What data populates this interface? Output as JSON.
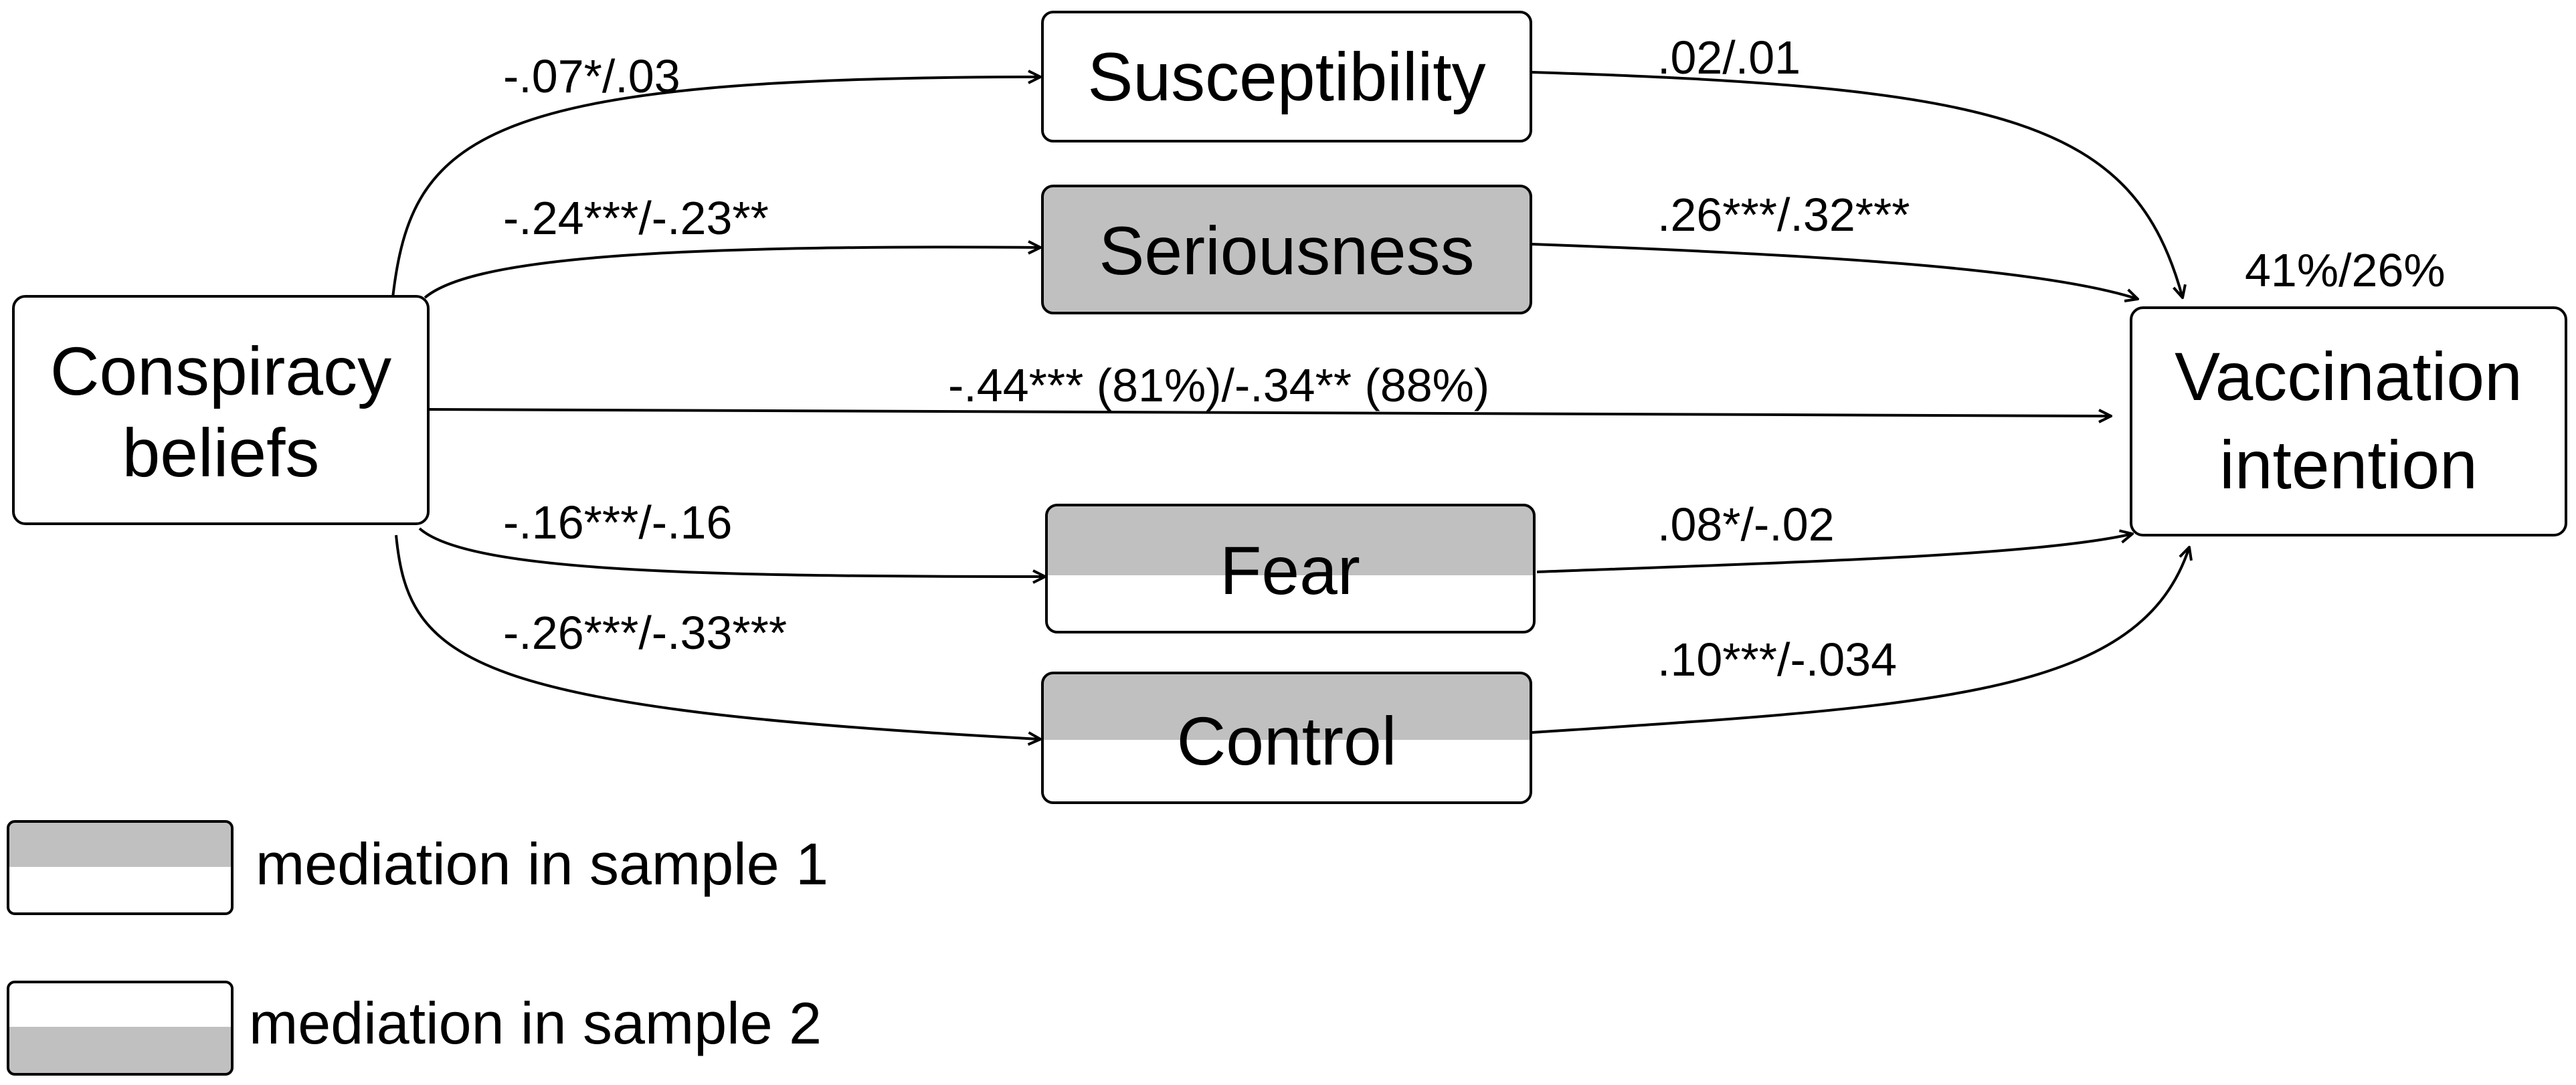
{
  "nodes": {
    "conspiracy": {
      "line1": "Conspiracy",
      "line2": "beliefs"
    },
    "susceptibility": {
      "label": "Susceptibility"
    },
    "seriousness": {
      "label": "Seriousness"
    },
    "fear": {
      "label": "Fear"
    },
    "control": {
      "label": "Control"
    },
    "vaccination": {
      "line1": "Vaccination",
      "line2": "intention",
      "r2": "41%/26%"
    }
  },
  "edges": {
    "conspiracy_susceptibility": "-.07*/.03",
    "conspiracy_seriousness": "-.24***/-.23**",
    "conspiracy_vaccination": "-.44*** (81%)/-.34** (88%)",
    "conspiracy_fear": "-.16***/-.16",
    "conspiracy_control": "-.26***/-.33***",
    "susceptibility_vaccination": ".02/.01",
    "seriousness_vaccination": ".26***/.32***",
    "fear_vaccination": ".08*/-.02",
    "control_vaccination": ".10***/-.034"
  },
  "legend": {
    "sample1": "mediation in sample 1",
    "sample2": "mediation in sample 2"
  },
  "colors": {
    "mediation_fill": "#c0c0c0",
    "box_fill": "#ffffff",
    "stroke": "#000000"
  }
}
